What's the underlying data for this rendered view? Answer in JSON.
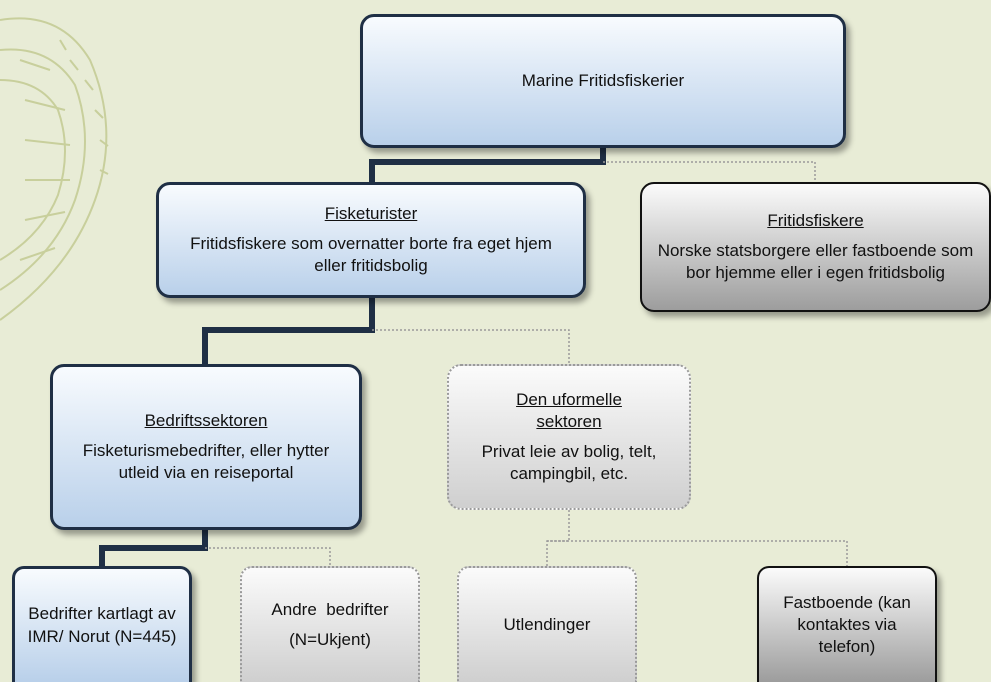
{
  "root": {
    "title": "Marine Fritidsfiskerier"
  },
  "fisketurister": {
    "heading": "Fisketurister",
    "body": "Fritidsfiskere som overnatter borte fra eget hjem eller fritidsbolig"
  },
  "fritidsfiskere": {
    "heading": "Fritidsfiskere",
    "body": "Norske statsborgere eller fastboende som bor hjemme eller i egen fritidsbolig"
  },
  "bedriftssektoren": {
    "heading": "Bedriftssektoren",
    "body": "Fisketurismebedrifter, eller hytter utleid via en reiseportal"
  },
  "uformelle": {
    "heading": "Den uformelle sektoren",
    "body": "Privat leie av bolig, telt, campingbil, etc."
  },
  "leaves": {
    "bedrifter": "Bedrifter kartlagt av  IMR/ Norut  (N=445)",
    "andre_line1": "Andre  bedrifter",
    "andre_line2": "(N=Ukjent)",
    "utlendinger": "Utlendinger",
    "fastboende": "Fastboende (kan kontaktes via telefon)"
  },
  "colors": {
    "background": "#e8ecd6",
    "solid_connector": "#1f2f45",
    "dotted_connector": "#9a9a9a"
  }
}
